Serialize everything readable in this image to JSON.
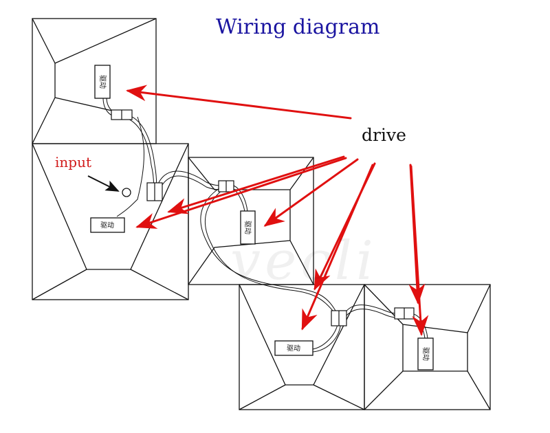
{
  "title": "Wiring diagram",
  "labels": {
    "drive": "drive",
    "input": "input"
  },
  "watermark": "vecli",
  "driver_box_text": "驱动",
  "colors": {
    "title": "#1a14a0",
    "arrow": "#e01010",
    "input_text": "#d11a1a",
    "line": "#111111"
  }
}
